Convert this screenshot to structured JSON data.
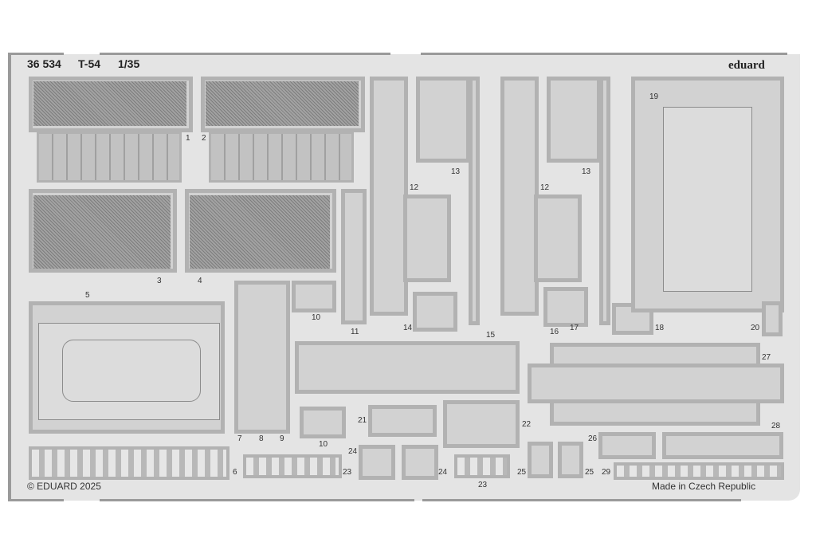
{
  "header": {
    "code": "36 534",
    "model": "T-54",
    "scale": "1/35",
    "brand": "eduard"
  },
  "footer": {
    "copyright": "© EDUARD 2025",
    "origin": "Made in Czech Republic"
  },
  "part_numbers": [
    "1",
    "2",
    "3",
    "4",
    "5",
    "6",
    "7",
    "8",
    "9",
    "10",
    "10",
    "11",
    "12",
    "12",
    "13",
    "13",
    "14",
    "15",
    "16",
    "17",
    "18",
    "19",
    "20",
    "21",
    "22",
    "23",
    "23",
    "24",
    "24",
    "25",
    "25",
    "26",
    "27",
    "28",
    "29"
  ]
}
